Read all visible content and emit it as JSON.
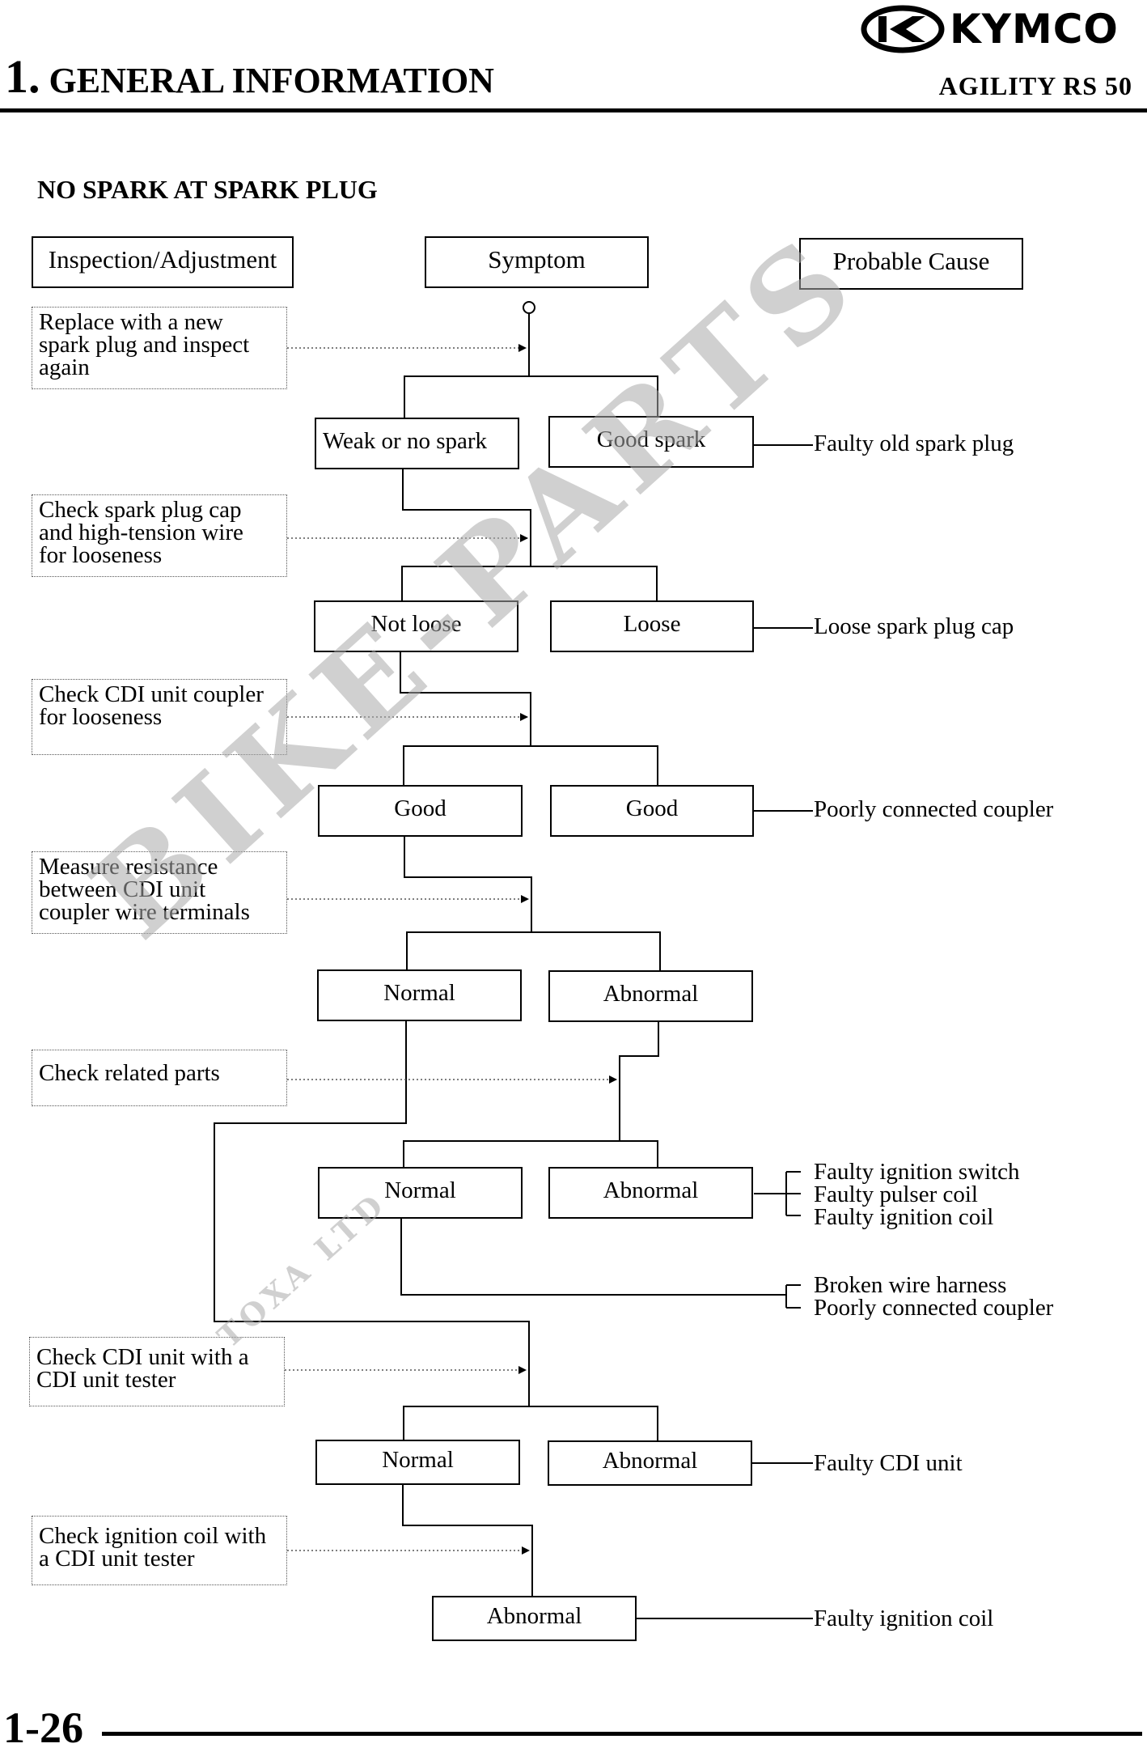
{
  "header": {
    "brand": "KYMCO",
    "chapter_number": "1.",
    "chapter_title": "GENERAL INFORMATION",
    "model": "AGILITY RS 50"
  },
  "section_title": "NO SPARK AT SPARK PLUG",
  "columns": {
    "inspection": "Inspection/Adjustment",
    "symptom": "Symptom",
    "cause": "Probable Cause"
  },
  "inspections": [
    "Replace with a new\nspark plug and inspect\nagain",
    "Check spark plug cap\nand high-tension wire\nfor looseness",
    "Check CDI unit coupler\nfor looseness",
    "Measure resistance\nbetween CDI unit\ncoupler wire terminals",
    "Check related parts",
    "Check CDI unit with a\nCDI unit tester",
    "Check ignition coil with\na CDI unit tester"
  ],
  "symptoms": {
    "weak_or_no_spark": "Weak or no spark",
    "good_spark": "Good spark",
    "not_loose": "Not loose",
    "loose": "Loose",
    "good_1": "Good",
    "good_2": "Good",
    "normal_1": "Normal",
    "abnormal_1": "Abnormal",
    "normal_2": "Normal",
    "abnormal_2": "Abnormal",
    "normal_3": "Normal",
    "abnormal_3": "Abnormal",
    "abnormal_4": "Abnormal"
  },
  "causes": {
    "faulty_old_plug": "Faulty old spark plug",
    "loose_cap": "Loose spark plug cap",
    "poorly_connected_coupler": "Poorly connected coupler",
    "ignition_group": "Faulty ignition switch\nFaulty pulser coil\nFaulty ignition coil",
    "wire_group": "Broken wire harness\nPoorly connected coupler",
    "faulty_cdi": "Faulty CDI unit",
    "faulty_ignition_coil": "Faulty ignition coil"
  },
  "watermark": {
    "main": "BIKE-PARTS",
    "sub": "TOXA LTD"
  },
  "footer": {
    "page_number": "1-26"
  }
}
